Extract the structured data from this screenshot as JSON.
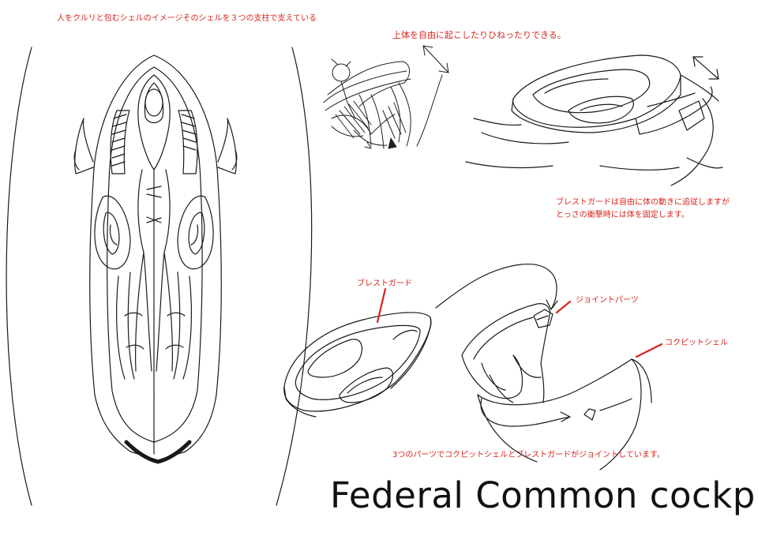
{
  "notes": {
    "shell_support": "人をクルリと包むシェルのイメージそのシェルを３つの支柱で支えている",
    "upper_body": "上体を自由に起こしたりひねったりできる。",
    "breastguard_line1": "ブレストガードは自由に体の動きに追従しますが",
    "breastguard_line2": "とっさの衝撃時には体を固定します。",
    "joint_caption": "3つのパーツでコクピットシェルとブレストガードがジョイントしています。"
  },
  "labels": {
    "breast_guard": "ブレストガード",
    "joint_parts": "ジョイントパーツ",
    "cockpit_shell": "コクピットシェル"
  },
  "title": "Federal Common cockpit",
  "colors": {
    "annotation": "#d8241c",
    "ink": "#1a1a1a",
    "paper": "#ffffff"
  }
}
